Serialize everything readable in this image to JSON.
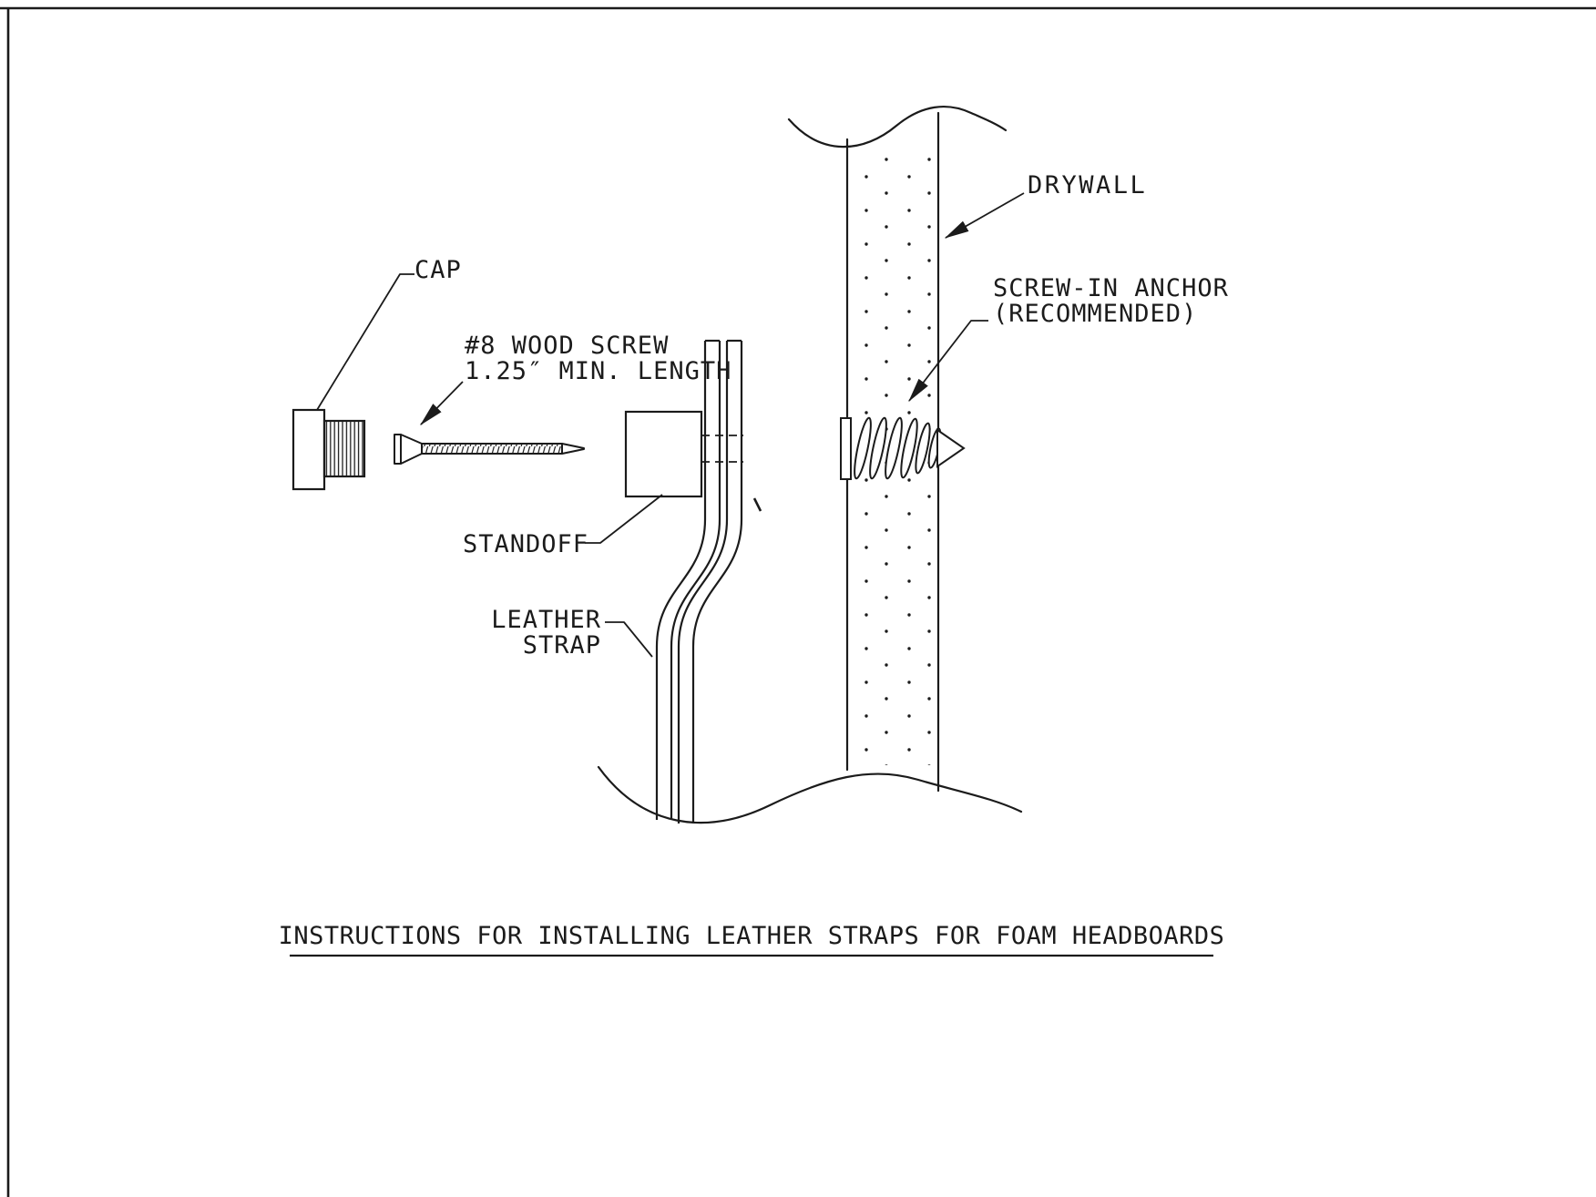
{
  "colors": {
    "ink": "#1b1b1b",
    "paper": "#ffffff"
  },
  "labels": {
    "cap": "CAP",
    "wood_screw_line1": "#8 WOOD SCREW",
    "wood_screw_line2": "1.25″ MIN. LENGTH",
    "standoff": "STANDOFF",
    "leather_line1": "LEATHER",
    "leather_line2": "STRAP",
    "drywall": "DRYWALL",
    "anchor_line1": "SCREW-IN ANCHOR",
    "anchor_line2": "(RECOMMENDED)"
  },
  "title": "INSTRUCTIONS FOR INSTALLING LEATHER STRAPS FOR FOAM HEADBOARDS"
}
